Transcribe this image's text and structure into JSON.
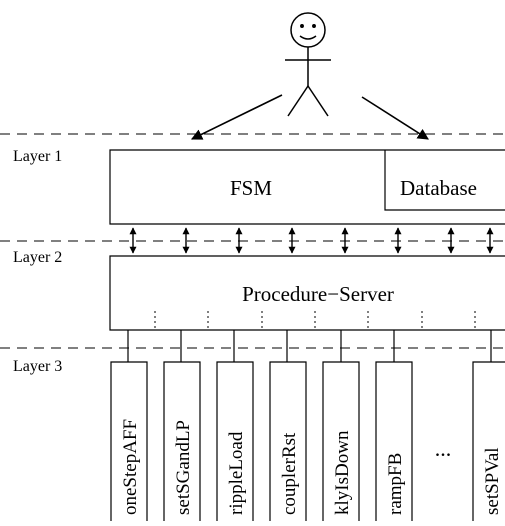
{
  "layers": {
    "layer1": "Layer 1",
    "layer2": "Layer 2",
    "layer3": "Layer 3"
  },
  "boxes": {
    "fsm": "FSM",
    "database": "Database",
    "procedure_server": "Procedure−Server"
  },
  "procedures": [
    "oneStepAFF",
    "setSGandLP",
    "rippleLoad",
    "couplerRst",
    "klyIsDown",
    "rampFB",
    "setSPVal"
  ],
  "ellipsis": "...",
  "icons": {
    "user": "stick-figure-user-icon"
  }
}
